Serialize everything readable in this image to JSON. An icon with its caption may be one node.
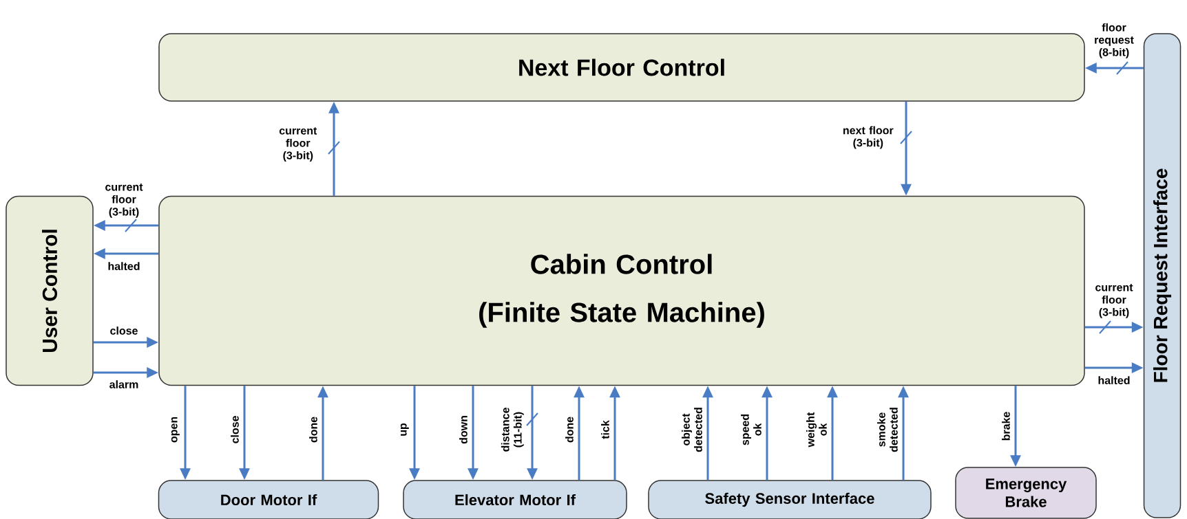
{
  "diagram": {
    "nodes": [
      {
        "text": [
          "Next Floor Control"
        ]
      },
      {
        "text": [
          "Cabin Control",
          "(Finite State Machine)"
        ]
      },
      {
        "text": [
          "User Control"
        ]
      },
      {
        "text": [
          "Floor Request Interface"
        ]
      },
      {
        "text": [
          "Door Motor If"
        ]
      },
      {
        "text": [
          "Elevator Motor If"
        ]
      },
      {
        "text": [
          "Safety Sensor Interface"
        ]
      },
      {
        "text": [
          "Emergency Brake"
        ]
      }
    ],
    "edges": [
      {
        "from": 1,
        "to": 0,
        "arrow": "to",
        "label": "current floor (3-bit)"
      },
      {
        "from": 0,
        "to": 1,
        "arrow": "to",
        "label": "next floor (3-bit)"
      },
      {
        "from": 3,
        "to": 0,
        "arrow": "to",
        "label": "floor request (8-bit)"
      },
      {
        "from": 1,
        "to": 2,
        "arrow": "to",
        "label": "current floor (3-bit)"
      },
      {
        "from": 1,
        "to": 2,
        "arrow": "to",
        "label": "halted"
      },
      {
        "from": 2,
        "to": 1,
        "arrow": "to",
        "label": "close"
      },
      {
        "from": 2,
        "to": 1,
        "arrow": "to",
        "label": "alarm"
      },
      {
        "from": 1,
        "to": 3,
        "arrow": "to",
        "label": "current floor (3-bit)"
      },
      {
        "from": 1,
        "to": 3,
        "arrow": "to",
        "label": "halted"
      },
      {
        "from": 1,
        "to": 4,
        "arrow": "to",
        "label": "open"
      },
      {
        "from": 1,
        "to": 4,
        "arrow": "to",
        "label": "close"
      },
      {
        "from": 4,
        "to": 1,
        "arrow": "to",
        "label": "done"
      },
      {
        "from": 1,
        "to": 5,
        "arrow": "to",
        "label": "up"
      },
      {
        "from": 1,
        "to": 5,
        "arrow": "to",
        "label": "down"
      },
      {
        "from": 1,
        "to": 5,
        "arrow": "to",
        "label": "distance (11-bit)"
      },
      {
        "from": 5,
        "to": 1,
        "arrow": "to",
        "label": "done"
      },
      {
        "from": 5,
        "to": 1,
        "arrow": "to",
        "label": "tick"
      },
      {
        "from": 6,
        "to": 1,
        "arrow": "to",
        "label": "object detected"
      },
      {
        "from": 6,
        "to": 1,
        "arrow": "to",
        "label": "speed ok"
      },
      {
        "from": 6,
        "to": 1,
        "arrow": "to",
        "label": "weight ok"
      },
      {
        "from": 6,
        "to": 1,
        "arrow": "to",
        "label": "smoke detected"
      },
      {
        "from": 1,
        "to": 7,
        "arrow": "to",
        "label": "brake"
      }
    ]
  }
}
